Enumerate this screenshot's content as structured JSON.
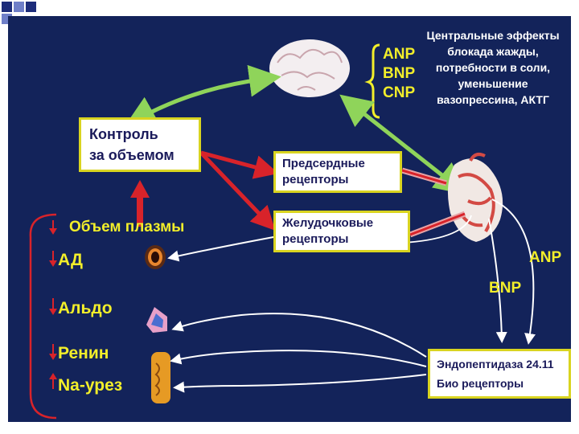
{
  "brain_list": {
    "items": [
      "ANP",
      "BNP",
      "CNP"
    ]
  },
  "central_effects": {
    "lines": [
      "Центральные эффекты",
      "блокада жажды,",
      "потребности в соли,",
      "уменьшение",
      "вазопрессина, АКТГ"
    ]
  },
  "volume_control": {
    "lines": [
      "Контроль",
      "за объемом"
    ]
  },
  "atrial_receptors": {
    "lines": [
      "Предсердные",
      "рецепторы"
    ]
  },
  "ventricular_receptors": {
    "lines": [
      "Желудочковые",
      "рецепторы"
    ]
  },
  "plasma_volume": "Объем плазмы",
  "effects": {
    "ad": "АД",
    "aldo": "Альдо",
    "renin": "Ренин",
    "na": "Na-урез"
  },
  "heart_outputs": {
    "anp": "ANP",
    "bnp": "BNP"
  },
  "endopeptidase": {
    "lines": [
      "Эндопептидаза 24.11",
      "Био рецепторы"
    ]
  },
  "colors": {
    "background": "#13235a",
    "box_border": "#d9d420",
    "label_yellow": "#f2ee2a",
    "arrow_red": "#d8232a",
    "arrow_green": "#8fd45a",
    "arrow_white": "#ffffff"
  }
}
